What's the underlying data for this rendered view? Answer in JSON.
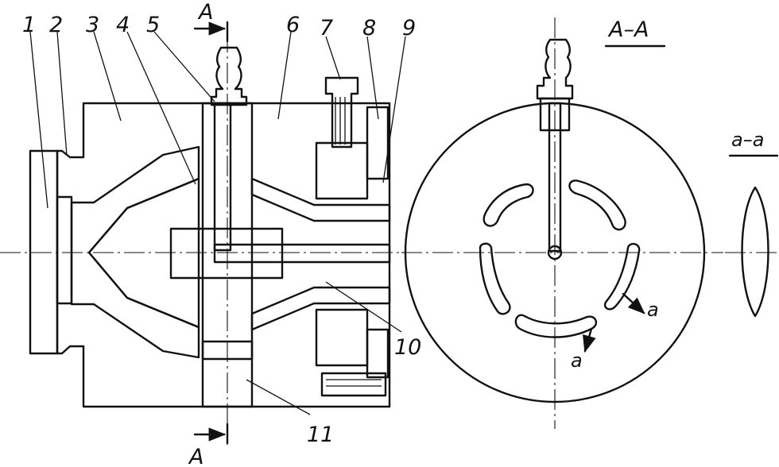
{
  "labels": {
    "part_1": "1",
    "part_2": "2",
    "part_3": "3",
    "part_4": "4",
    "part_5": "5",
    "part_6": "6",
    "part_7": "7",
    "part_8": "8",
    "part_9": "9",
    "part_10": "10",
    "part_11": "11",
    "section_mark_top": "A",
    "section_mark_bottom": "A",
    "view_title": "A–A",
    "detail_title": "a–a",
    "arrow_a_right": "a",
    "arrow_a_bottom": "a"
  },
  "colors": {
    "ink": "#111111",
    "paper": "#ffffff"
  }
}
